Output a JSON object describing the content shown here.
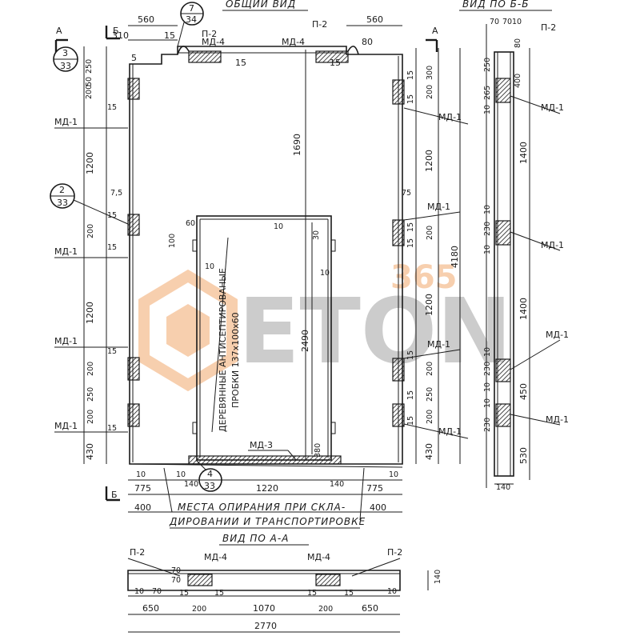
{
  "titles": {
    "general_view": "ОБЩИЙ ВИД",
    "view_bb": "ВИД ПО Б-Б",
    "view_aa": "ВИД ПО А-А"
  },
  "markers": {
    "a": "А",
    "b": "Б"
  },
  "callouts": {
    "c1_top": "7",
    "c1_bottom": "34",
    "c2_top": "3",
    "c2_bottom": "33",
    "c3_top": "2",
    "c3_bottom": "33",
    "c4_top": "4",
    "c4_bottom": "33"
  },
  "labels": {
    "p2": "П-2",
    "md1": "МД-1",
    "md3": "МД-3",
    "md4": "МД-4",
    "wood_plugs_line1": "ДЕРЕВЯННЫЕ АНТИСЕПТИРОВАНЫЕ",
    "wood_plugs_line2": "ПРОБКИ 137х100х60",
    "support_note_line1": "МЕСТА ОПИРАНИЯ ПРИ СКЛА-",
    "support_note_line2": "ДИРОВАНИИ И ТРАНСПОРТИРОВКЕ"
  },
  "dims": {
    "d560": "560",
    "d310": "310",
    "d15": "15",
    "d5": "5",
    "d250": "250",
    "d50": "50",
    "d200": "200",
    "d1200": "1200",
    "d7_5": "7,5",
    "d75": "75",
    "d430": "430",
    "d1690": "1690",
    "d10": "10",
    "d60": "60",
    "d100": "100",
    "d30": "30",
    "d2490": "2490",
    "d380": "380",
    "d4180": "4180",
    "d300": "300",
    "d80": "80",
    "d775": "775",
    "d1220": "1220",
    "d140": "140",
    "d400": "400",
    "d70": "70",
    "d265": "265",
    "d1400": "1400",
    "d230": "230",
    "d450": "450",
    "d530": "530",
    "d650": "650",
    "d1070": "1070",
    "d2770": "2770"
  },
  "watermark": {
    "text": "ETON",
    "number": "365",
    "color": "#f0a060"
  }
}
